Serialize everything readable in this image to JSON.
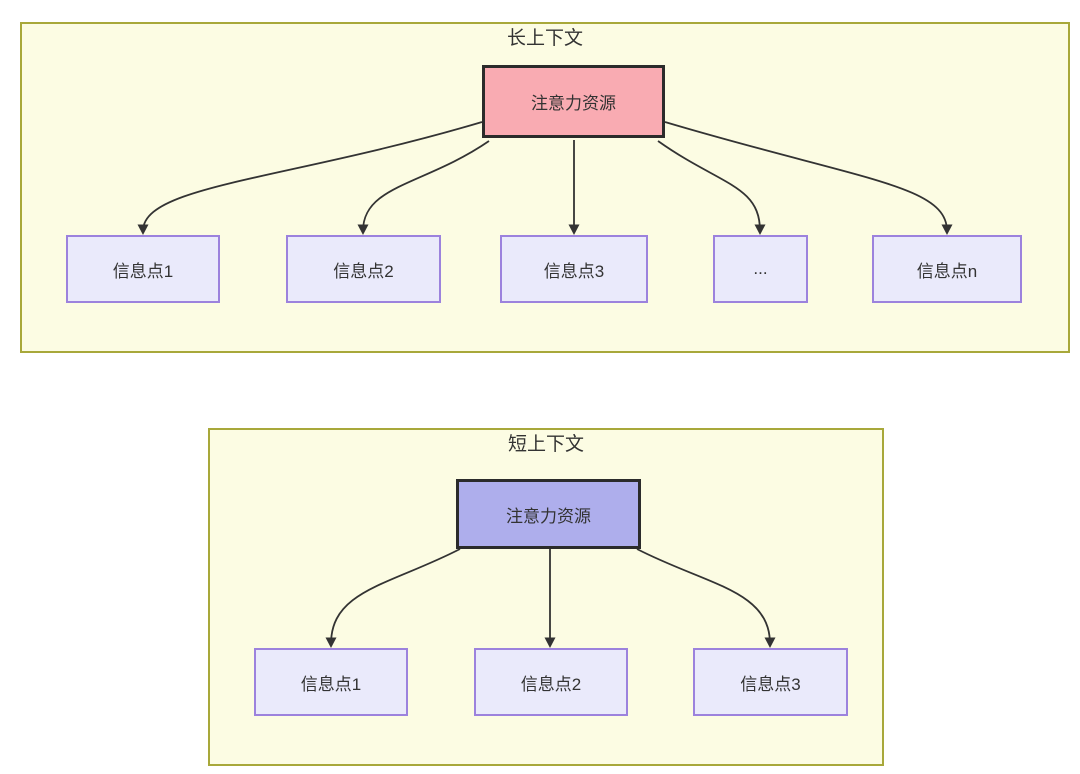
{
  "diagram": {
    "sections": [
      {
        "id": "long-context",
        "title": "长上下文",
        "attention": {
          "label": "注意力资源",
          "fill": "#f9abb2"
        },
        "items": [
          {
            "label": "信息点1"
          },
          {
            "label": "信息点2"
          },
          {
            "label": "信息点3"
          },
          {
            "label": "..."
          },
          {
            "label": "信息点n"
          }
        ]
      },
      {
        "id": "short-context",
        "title": "短上下文",
        "attention": {
          "label": "注意力资源",
          "fill": "#aeaeec"
        },
        "items": [
          {
            "label": "信息点1"
          },
          {
            "label": "信息点2"
          },
          {
            "label": "信息点3"
          }
        ]
      }
    ],
    "colors": {
      "container_fill": "#fcfce3",
      "container_border": "#a8a83a",
      "long_attention_fill": "#f9abb2",
      "short_attention_fill": "#aeaeec",
      "node_fill": "#eaeafb",
      "node_border": "#9c82dd",
      "attention_border": "#2b2b2b",
      "arrow": "#333333",
      "text": "#333333"
    }
  }
}
